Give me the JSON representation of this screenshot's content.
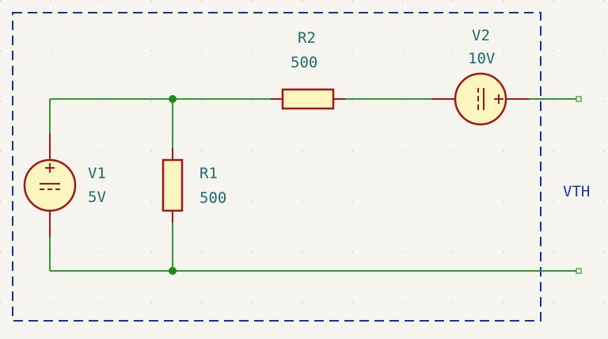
{
  "components": {
    "v1": {
      "ref": "V1",
      "value": "5V"
    },
    "v2": {
      "ref": "V2",
      "value": "10V"
    },
    "r1": {
      "ref": "R1",
      "value": "500"
    },
    "r2": {
      "ref": "R2",
      "value": "500"
    }
  },
  "net_label": "VTH",
  "colors": {
    "background": "#f5f4ef",
    "wire": "#2f9a2f",
    "junction": "#1f8a1f",
    "component_body": "#a01818",
    "component_fill": "#fbf5c0",
    "text": "#1e6a6a",
    "boundary": "#1a2fa0",
    "net_label": "#1a3aa6"
  }
}
